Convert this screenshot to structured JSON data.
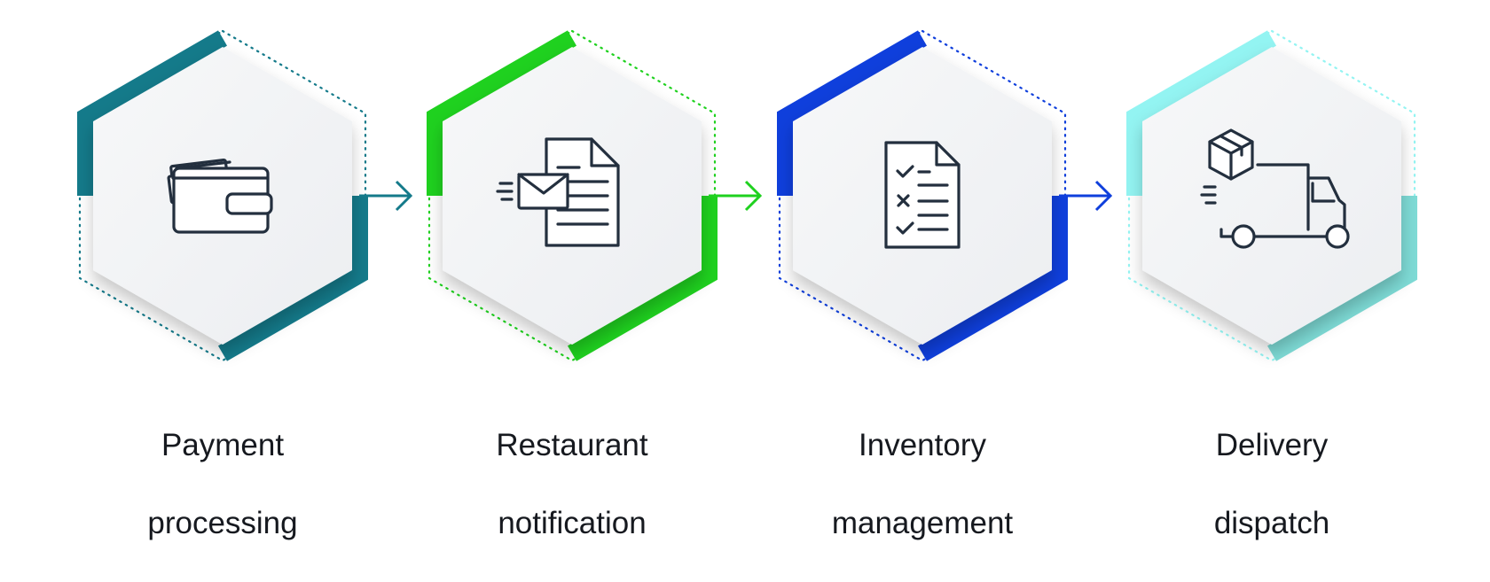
{
  "steps": [
    {
      "id": "payment",
      "line1": "Payment",
      "line2": "processing",
      "accent": "#147a8a",
      "icon": "wallet-icon"
    },
    {
      "id": "restaurant",
      "line1": "Restaurant",
      "line2": "notification",
      "accent": "#1fd11f",
      "icon": "email-document-icon"
    },
    {
      "id": "inventory",
      "line1": "Inventory",
      "line2": "management",
      "accent": "#0f3fdc",
      "icon": "checklist-icon"
    },
    {
      "id": "delivery",
      "line1": "Delivery",
      "line2": "dispatch",
      "accent": "#93f4f2",
      "accent_lower": "#7edbd6",
      "icon": "delivery-truck-icon"
    }
  ],
  "colors": {
    "hex_face": "#f2f3f5",
    "icon": "#232f3e",
    "text": "#16191f"
  }
}
